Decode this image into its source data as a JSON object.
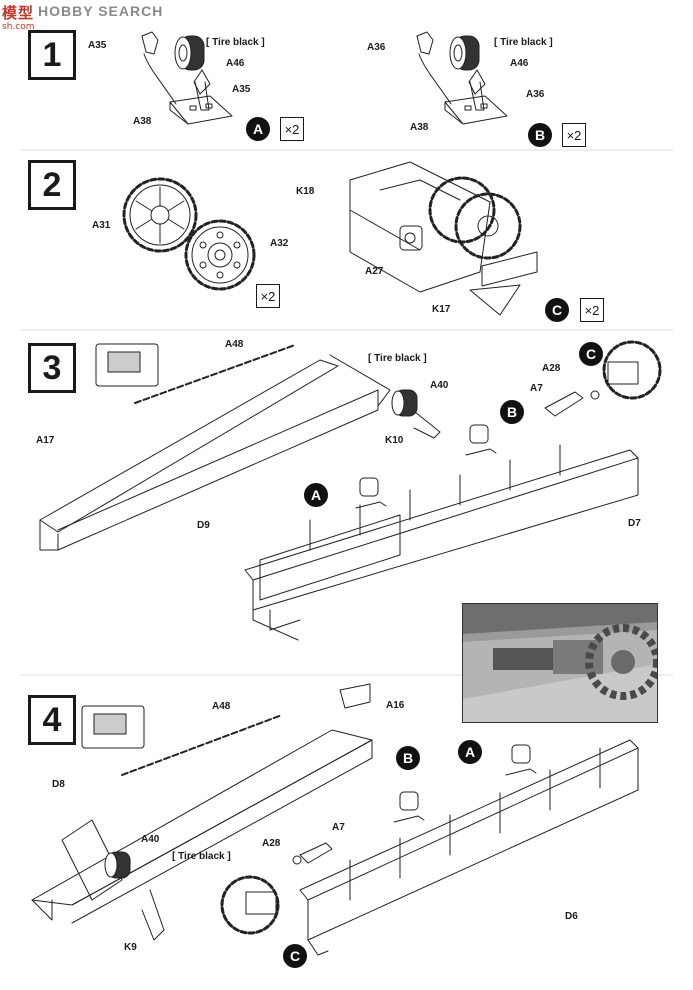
{
  "watermark": {
    "cn": "模型",
    "brand": "HOBBY SEARCH",
    "url": "sh.com"
  },
  "steps": [
    {
      "number": "1",
      "labels": [
        "A35",
        "A46",
        "A35",
        "A38"
      ],
      "note": "[ Tire black ]",
      "subassembly": "A",
      "qty": "×2"
    },
    {
      "number": "1",
      "labels": [
        "A36",
        "A46",
        "A36",
        "A38"
      ],
      "note": "[ Tire black ]",
      "subassembly": "B",
      "qty": "×2"
    },
    {
      "number": "2",
      "labels": [
        "A31",
        "A32"
      ],
      "qty": "×2"
    },
    {
      "number": "2",
      "labels": [
        "K18",
        "A27",
        "K17"
      ],
      "subassembly": "C",
      "qty": "×2"
    },
    {
      "number": "3",
      "labels": [
        "A48",
        "A17",
        "D9",
        "A40",
        "K10",
        "A28",
        "A7",
        "D7"
      ],
      "note": "[ Tire black ]",
      "markers": [
        "C",
        "B",
        "A"
      ]
    },
    {
      "number": "4",
      "labels": [
        "A48",
        "A16",
        "D8",
        "A40",
        "K9",
        "A28",
        "A7",
        "D6"
      ],
      "note": "[ Tire black ]",
      "markers": [
        "A",
        "B",
        "C"
      ]
    }
  ]
}
